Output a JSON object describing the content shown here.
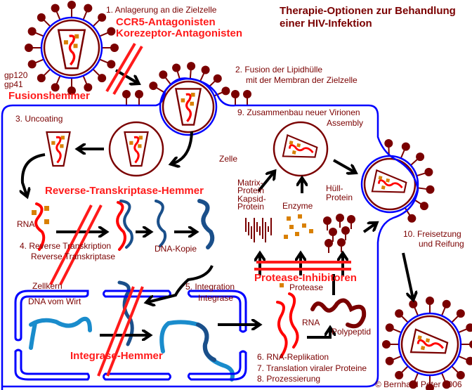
{
  "title": [
    "Therapie-Optionen zur Behandlung",
    "einer HIV-Infektion"
  ],
  "colors": {
    "membrane": "#0000ff",
    "virus": "#7a0000",
    "rna": "#ff0000",
    "inhibitor": "#ff1a1a",
    "enzyme": "#d98000",
    "dna_virus": "#1a4f8a",
    "dna_host": "#1a8ccc"
  },
  "steps": {
    "s1": "1. Anlagerung an die Zielzelle",
    "s2a": "2. Fusion der Lipidhülle",
    "s2b": "mit der Membran der Zielzelle",
    "s3": "3. Uncoating",
    "s4a": "4. Reverse Transkription",
    "s4b": "Reverse Transkriptase",
    "s5a": "5. Integration",
    "s5b": "Integrase",
    "s6": "6. RNA-Replikation",
    "s7": "7. Translation viraler Proteine",
    "s8": "8. Prozessierung",
    "s9a": "9. Zusammenbau neuer Virionen",
    "s9b": "Assembly",
    "s10a": "10. Freisetzung",
    "s10b": "und Reifung"
  },
  "inhibitors": {
    "ccr5": "CCR5-Antagonisten",
    "korezeptor": "Korezeptor-Antagonisten",
    "fusion": "Fusionshemmer",
    "rt": "Reverse-Transkriptase-Hemmer",
    "protease": "Protease-Inhibitoren",
    "integrase": "Integrase-Hemmer"
  },
  "labels": {
    "gp120": "gp120",
    "gp41": "gp41",
    "zelle": "Zelle",
    "matrix1": "Matrix-",
    "matrix2": "Protein",
    "kapsid1": "Kapsid-",
    "kapsid2": "Protein",
    "enzyme": "Enzyme",
    "huell1": "Hüll-",
    "huell2": "Protein",
    "rna1": "RNA",
    "dna_kopie": "DNA-Kopie",
    "zellkern": "Zellkern",
    "dna_wirt": "DNA vom Wirt",
    "protease": "Protease",
    "rna2": "RNA",
    "polypeptid": "Polypeptid",
    "copyright": "© Bernhard Peter 2006"
  }
}
